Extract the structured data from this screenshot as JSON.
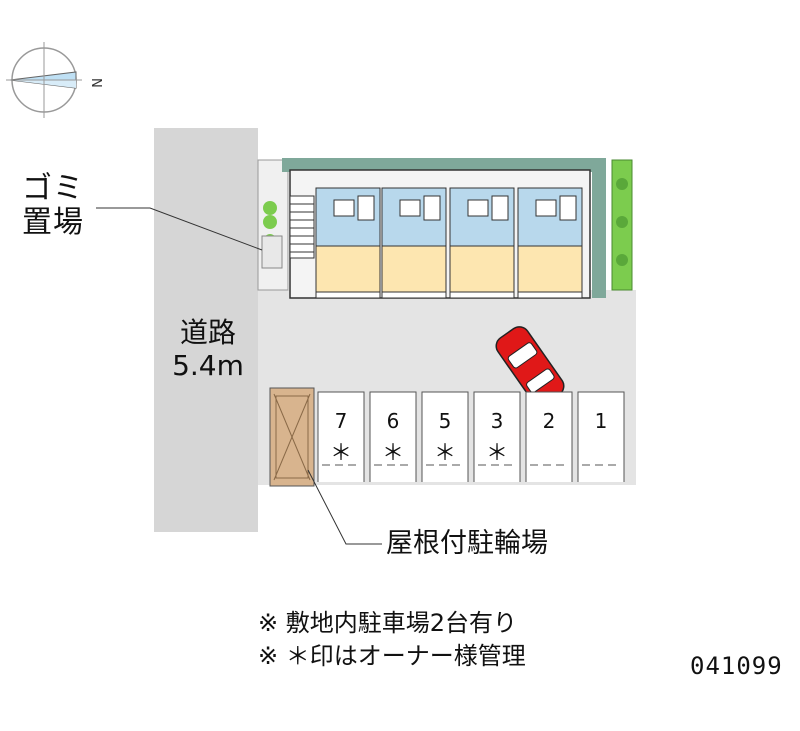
{
  "compass": {
    "north_letter": "N"
  },
  "garbage_area": {
    "label_line1": "ゴミ",
    "label_line2": "置場"
  },
  "road": {
    "label_line1": "道路",
    "label_line2": "5.4m"
  },
  "bicycle_parking": {
    "label": "屋根付駐輪場"
  },
  "parking": {
    "slots": [
      {
        "number": "7",
        "mark": "＊"
      },
      {
        "number": "6",
        "mark": "＊"
      },
      {
        "number": "5",
        "mark": "＊"
      },
      {
        "number": "3",
        "mark": "＊"
      },
      {
        "number": "2",
        "mark": ""
      },
      {
        "number": "1",
        "mark": ""
      }
    ]
  },
  "notes": {
    "line1": "※ 敷地内駐車場2台有り",
    "line2": "※ ＊印はオーナー様管理"
  },
  "property_code": "041099",
  "colors": {
    "road": "#d6d6d6",
    "lot": "#e4e4e4",
    "building_shadow": "#7fa89a",
    "greenery": "#7ccc4e",
    "room": "#fde6b0",
    "wet_area": "#b8d8ec",
    "bike_shed": "#d8b48e",
    "car": "#e01818"
  }
}
